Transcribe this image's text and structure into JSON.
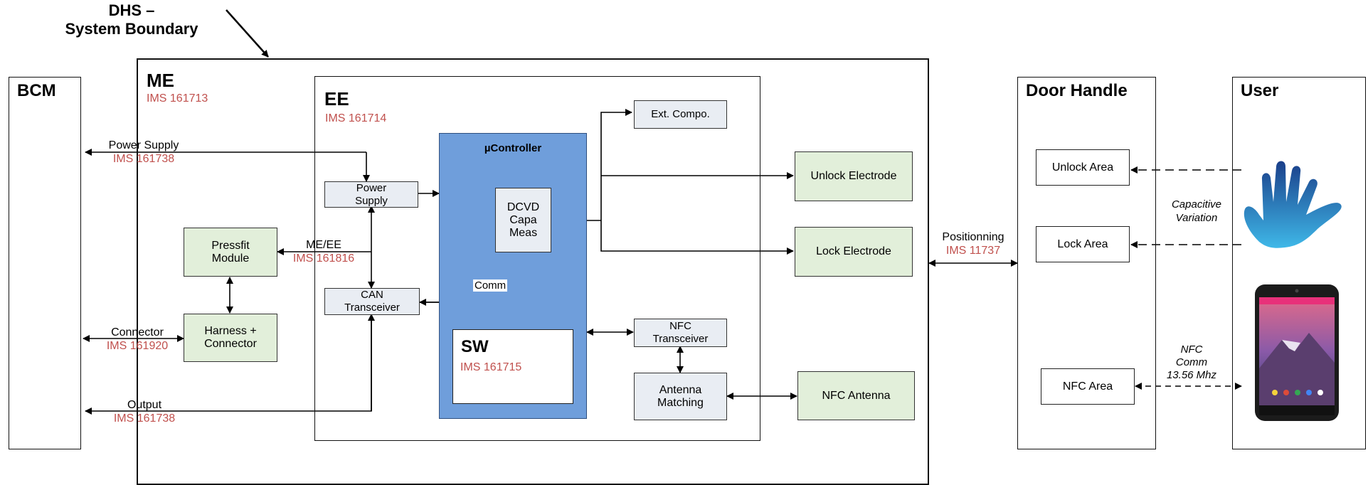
{
  "system_boundary": {
    "line1": "DHS –",
    "line2": "System Boundary"
  },
  "bcm": {
    "title": "BCM"
  },
  "me": {
    "title": "ME",
    "ims": "IMS 161713"
  },
  "ee": {
    "title": "EE",
    "ims": "IMS 161714"
  },
  "controller": {
    "title": "µController",
    "comm": "Comm"
  },
  "sw": {
    "title": "SW",
    "ims": "IMS 161715"
  },
  "door_handle": {
    "title": "Door Handle"
  },
  "user": {
    "title": "User"
  },
  "blocks": {
    "power_supply": "Power Supply",
    "can_transceiver": "CAN Transceiver",
    "pressfit_module": "Pressfit Module",
    "harness_connector": "Harness + Connector",
    "dcvd": "DCVD Capa Meas",
    "ext_compo": "Ext. Compo.",
    "unlock_electrode": "Unlock Electrode",
    "lock_electrode": "Lock Electrode",
    "nfc_transceiver": "NFC Transceiver",
    "antenna_matching": "Antenna Matching",
    "nfc_antenna": "NFC Antenna",
    "unlock_area": "Unlock Area",
    "lock_area": "Lock Area",
    "nfc_area": "NFC Area"
  },
  "interfaces": {
    "power_supply": {
      "label": "Power Supply",
      "ims": "IMS 161738"
    },
    "me_ee": {
      "label": "ME/EE",
      "ims": "IMS 161816"
    },
    "connector": {
      "label": "Connector",
      "ims": "IMS 161920"
    },
    "output": {
      "label": "Output",
      "ims": "IMS 161738"
    },
    "positionning": {
      "label": "Positionning",
      "ims": "IMS 11737"
    },
    "capacitive": {
      "line1": "Capacitive",
      "line2": "Variation"
    },
    "nfc_comm": {
      "line1": "NFC",
      "line2": "Comm",
      "line3": "13.56 Mhz"
    }
  },
  "colors": {
    "controller": "#6f9edb",
    "green_block": "#e2efda",
    "grey_block": "#e9edf3",
    "ims_red": "#c0504d",
    "hand_blue": "#2b7fd4"
  },
  "icons": [
    "hand-icon",
    "smartphone-icon"
  ]
}
